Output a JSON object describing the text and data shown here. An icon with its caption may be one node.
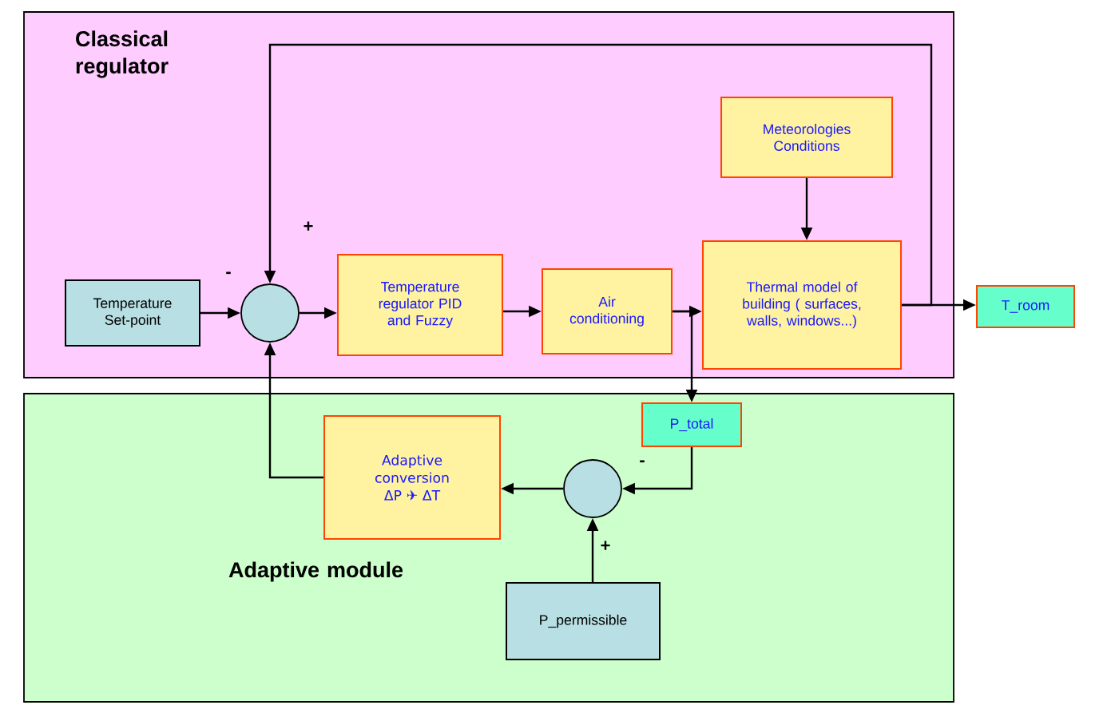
{
  "diagram": {
    "nodes": [
      {
        "text": [
          "Classical regulator"
        ]
      },
      {
        "text": [
          "Temperature Set-point"
        ],
        "in": 0
      },
      {
        "text": [],
        "shape": "circle",
        "in": 0
      },
      {
        "text": [
          "Temperature regulator PID and Fuzzy"
        ],
        "in": 0
      },
      {
        "text": [
          "Air conditioning"
        ],
        "in": 0
      },
      {
        "text": [
          "Meteorologies Conditions"
        ],
        "in": 0
      },
      {
        "text": [
          "Thermal model of building ( surfaces, walls, windows...)"
        ],
        "in": 0
      },
      {
        "text": [
          "T_room"
        ]
      },
      {
        "text": [
          "Adaptive module"
        ]
      },
      {
        "text": [
          "P_total"
        ],
        "in": 8
      },
      {
        "text": [],
        "shape": "circle",
        "in": 8
      },
      {
        "text": [
          "Adaptive conversion ΔP ✈ ΔT"
        ],
        "in": 8
      },
      {
        "text": [
          "P_permissible"
        ],
        "in": 8
      }
    ],
    "edges": [
      {
        "from": 1,
        "to": 2,
        "arrow": "to",
        "label": "-"
      },
      {
        "from": 2,
        "to": 3,
        "arrow": "to"
      },
      {
        "from": 3,
        "to": 4,
        "arrow": "to"
      },
      {
        "from": 4,
        "to": 6,
        "arrow": "to"
      },
      {
        "from": 5,
        "to": 6,
        "arrow": "to"
      },
      {
        "from": 6,
        "to": 7,
        "arrow": "to"
      },
      {
        "from": 6,
        "to": 2,
        "arrow": "to",
        "label": "+"
      },
      {
        "from": 4,
        "to": 9,
        "arrow": "to"
      },
      {
        "from": 9,
        "to": 10,
        "arrow": "to",
        "label": "-"
      },
      {
        "from": 12,
        "to": 10,
        "arrow": "to",
        "label": "+"
      },
      {
        "from": 10,
        "to": 11,
        "arrow": "to"
      },
      {
        "from": 11,
        "to": 2,
        "arrow": "to"
      }
    ]
  }
}
